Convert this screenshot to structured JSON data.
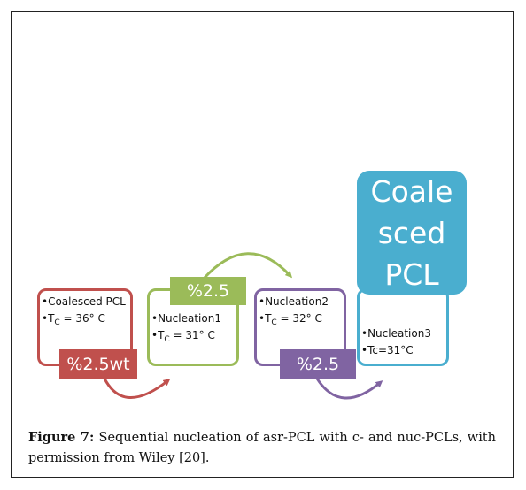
{
  "steps": [
    {
      "bullet1": "Coalesced PCL",
      "tc_prefix": "T",
      "tc_sub": "C",
      "tc_value": " = 36° C",
      "tag": "%2.5wt",
      "color": "#c0504d"
    },
    {
      "bullet1": "Nucleation1",
      "tc_prefix": "T",
      "tc_sub": "C",
      "tc_value": " = 31° C",
      "tag": "%2.5",
      "color": "#9bbb59"
    },
    {
      "bullet1": "Nucleation2",
      "tc_prefix": "T",
      "tc_sub": "C",
      "tc_value": " = 32° C",
      "tag": "%2.5",
      "color": "#8064a2"
    },
    {
      "bullet1": "Nucleation3",
      "tc_prefix": "Tc",
      "tc_sub": "",
      "tc_value": "=31°C",
      "tag_line1": "Coale",
      "tag_line2": "sced",
      "tag_line3": "PCL",
      "color": "#4aaecf"
    }
  ],
  "caption": {
    "label": "Figure 7:",
    "text": " Sequential nucleation of asr-PCL with c- and nuc-PCLs, with permission from Wiley [20]."
  }
}
